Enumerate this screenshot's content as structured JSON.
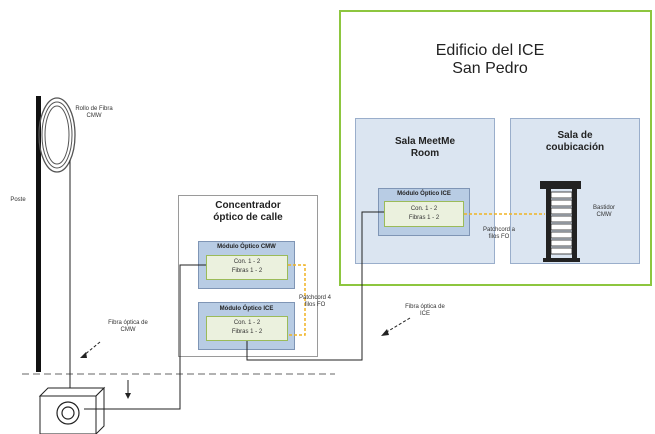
{
  "building": {
    "title_line1": "Edificio del ICE",
    "title_line2": "San Pedro"
  },
  "meetme_room": {
    "title_line1": "Sala MeetMe",
    "title_line2": "Room"
  },
  "coubicacion_room": {
    "title_line1": "Sala de",
    "title_line2": "coubicación"
  },
  "street_concentrator": {
    "title_line1": "Concentrador",
    "title_line2": "óptico de calle"
  },
  "module_cmw": {
    "title": "Módulo Óptico CMW",
    "con": "Con. 1 - 2",
    "fibras": "Fibras 1 - 2"
  },
  "module_ice_street": {
    "title": "Módulo Óptico ICE",
    "con": "Con. 1 - 2",
    "fibras": "Fibras 1 - 2"
  },
  "module_ice_building": {
    "title": "Módulo Óptico ICE",
    "con": "Con. 1 - 2",
    "fibras": "Fibras 1 - 2"
  },
  "labels": {
    "rollo_line1": "Rollo de Fibra",
    "rollo_line2": "CMW",
    "poste": "Poste",
    "fibra_cmw_line1": "Fibra óptica de",
    "fibra_cmw_line2": "CMW",
    "patchcord_street_line1": "Patchcord 4",
    "patchcord_street_line2": "filos FO",
    "fibra_ice_line1": "Fibra óptica de",
    "fibra_ice_line2": "ICE",
    "patchcord_building_line1": "Patchcord a",
    "patchcord_building_line2": "filos FO",
    "bastidor_line1": "Bastidor",
    "bastidor_line2": "CMW"
  },
  "colors": {
    "building_border": "#8dc63f",
    "room_fill": "#dbe5f1",
    "module_fill": "#b8cce4",
    "inner_fill": "#ebf1de",
    "inner_border": "#9bbb59",
    "patchcord": "#f0b323"
  }
}
